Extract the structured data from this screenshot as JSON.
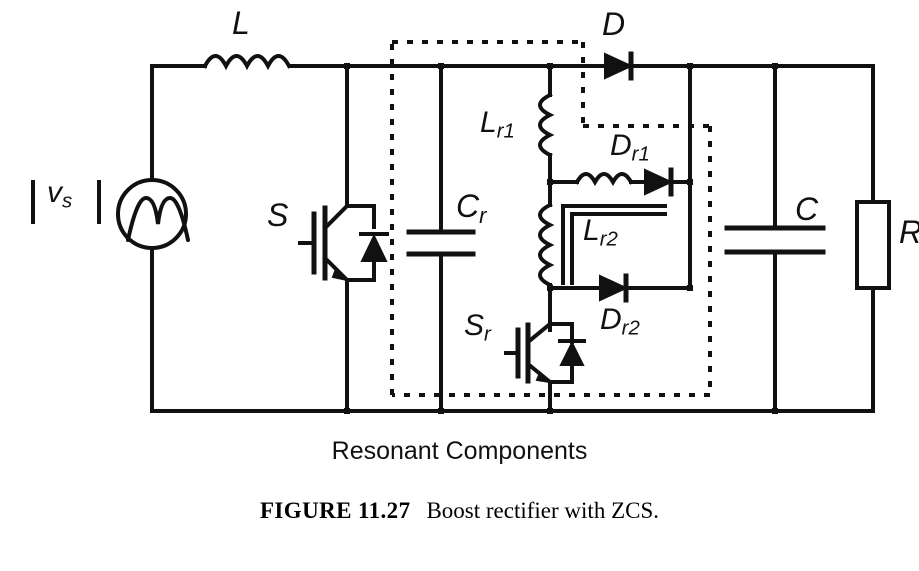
{
  "figure": {
    "number_label": "FIGURE 11.27",
    "caption": "Boost rectifier with ZCS.",
    "group_label": "Resonant Components",
    "title": "Boost rectifier with ZCS circuit schematic"
  },
  "colors": {
    "line": "#111111",
    "background": "#ffffff",
    "text": "#111111"
  },
  "labels": {
    "source_bar_left": "|",
    "source_voltage": "v",
    "source_voltage_sub": "s",
    "source_bar_right": "|",
    "inductor_L": "L",
    "switch_S": "S",
    "cap_Cr": "C",
    "cap_Cr_sub": "r",
    "ind_Lr1": "L",
    "ind_Lr1_sub": "r1",
    "ind_Lr2": "L",
    "ind_Lr2_sub": "r2",
    "diode_D": "D",
    "diode_Dr1": "D",
    "diode_Dr1_sub": "r1",
    "diode_Dr2": "D",
    "diode_Dr2_sub": "r2",
    "switch_Sr": "S",
    "switch_Sr_sub": "r",
    "cap_C": "C",
    "resistor_R": "R"
  },
  "components": [
    {
      "id": "vs",
      "name": "ac-voltage-source",
      "type": "source",
      "label": "|v_s|"
    },
    {
      "id": "L",
      "name": "boost-inductor",
      "type": "inductor",
      "label": "L"
    },
    {
      "id": "S",
      "name": "main-switch-igbt",
      "type": "igbt-with-antiparallel-diode",
      "label": "S"
    },
    {
      "id": "Cr",
      "name": "resonant-capacitor",
      "type": "capacitor",
      "label": "Cr"
    },
    {
      "id": "Lr1",
      "name": "resonant-inductor-primary",
      "type": "inductor",
      "label": "Lr1"
    },
    {
      "id": "Lr2",
      "name": "resonant-inductor-secondary",
      "type": "coupled-inductor",
      "label": "Lr2"
    },
    {
      "id": "D",
      "name": "output-diode",
      "type": "diode",
      "label": "D"
    },
    {
      "id": "Dr1",
      "name": "resonant-diode-1",
      "type": "diode",
      "label": "Dr1"
    },
    {
      "id": "Dr2",
      "name": "resonant-diode-2",
      "type": "diode",
      "label": "Dr2"
    },
    {
      "id": "Sr",
      "name": "auxiliary-switch-igbt",
      "type": "igbt-with-antiparallel-diode",
      "label": "Sr"
    },
    {
      "id": "C",
      "name": "output-capacitor",
      "type": "capacitor",
      "label": "C"
    },
    {
      "id": "R",
      "name": "load-resistor",
      "type": "resistor",
      "label": "R"
    }
  ]
}
